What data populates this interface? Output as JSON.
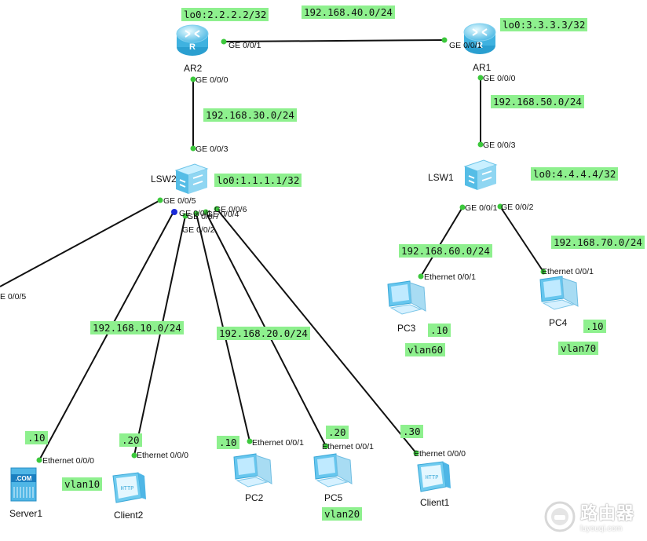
{
  "devices": {
    "ar2": {
      "name": "AR2",
      "icon": "router-icon",
      "loopback": "lo0:2.2.2.2/32"
    },
    "ar1": {
      "name": "AR1",
      "icon": "router-icon",
      "loopback": "lo0:3.3.3.3/32"
    },
    "lsw2": {
      "name": "LSW2",
      "icon": "switch-icon",
      "loopback": "lo0:1.1.1.1/32"
    },
    "lsw1": {
      "name": "LSW1",
      "icon": "switch-icon",
      "loopback": "lo0:4.4.4.4/32"
    },
    "pc3": {
      "name": "PC3",
      "icon": "pc-icon",
      "ip": ".10",
      "vlan": "vlan60"
    },
    "pc4": {
      "name": "PC4",
      "icon": "pc-icon",
      "ip": ".10",
      "vlan": "vlan70"
    },
    "server1": {
      "name": "Server1",
      "icon": "server-icon",
      "ip": ".10",
      "vlan": "vlan10"
    },
    "client2": {
      "name": "Client2",
      "icon": "client-icon",
      "ip": ".20"
    },
    "pc2": {
      "name": "PC2",
      "icon": "pc-icon",
      "ip": ".10"
    },
    "pc5": {
      "name": "PC5",
      "icon": "pc-icon",
      "ip": ".20",
      "vlan": "vlan20"
    },
    "client1": {
      "name": "Client1",
      "icon": "client-icon",
      "ip": ".30"
    }
  },
  "networks": {
    "n40": "192.168.40.0/24",
    "n30": "192.168.30.0/24",
    "n50": "192.168.50.0/24",
    "n60": "192.168.60.0/24",
    "n70": "192.168.70.0/24",
    "n10": "192.168.10.0/24",
    "n20": "192.168.20.0/24"
  },
  "ports": {
    "ar2_ge001": "GE 0/0/1",
    "ar1_ge001": "GE 0/0/1",
    "ar2_ge000": "GE 0/0/0",
    "ar1_ge000": "GE 0/0/0",
    "lsw2_ge003": "GE 0/0/3",
    "lsw1_ge003": "GE 0/0/3",
    "lsw2_ge005": "GE 0/0/5",
    "lsw2_ge006": "GE 0/0/6",
    "lsw2_ge001": "GE 0/0/1",
    "lsw2_ge007": "GE 0/0/7",
    "lsw2_ge004": "GE 0/0/4",
    "lsw2_ge002": "GE 0/0/2",
    "lsw1_ge001": "GE 0/0/1",
    "lsw1_ge002": "GE 0/0/2",
    "left_ge005": "E 0/0/5",
    "pc3_eth": "Ethernet 0/0/1",
    "pc4_eth": "Ethernet 0/0/1",
    "server1_eth": "Ethernet 0/0/0",
    "client2_eth": "Ethernet 0/0/0",
    "pc2_eth": "Ethernet 0/0/1",
    "pc5_eth": "Ethernet 0/0/1",
    "client1_eth": "Ethernet 0/0/0"
  },
  "watermark": {
    "main": "路由器",
    "sub": "luyouqi.com"
  },
  "colors": {
    "label_bg": "#8ef08e",
    "port_dot": "#3cc83c",
    "link": "#111111"
  }
}
